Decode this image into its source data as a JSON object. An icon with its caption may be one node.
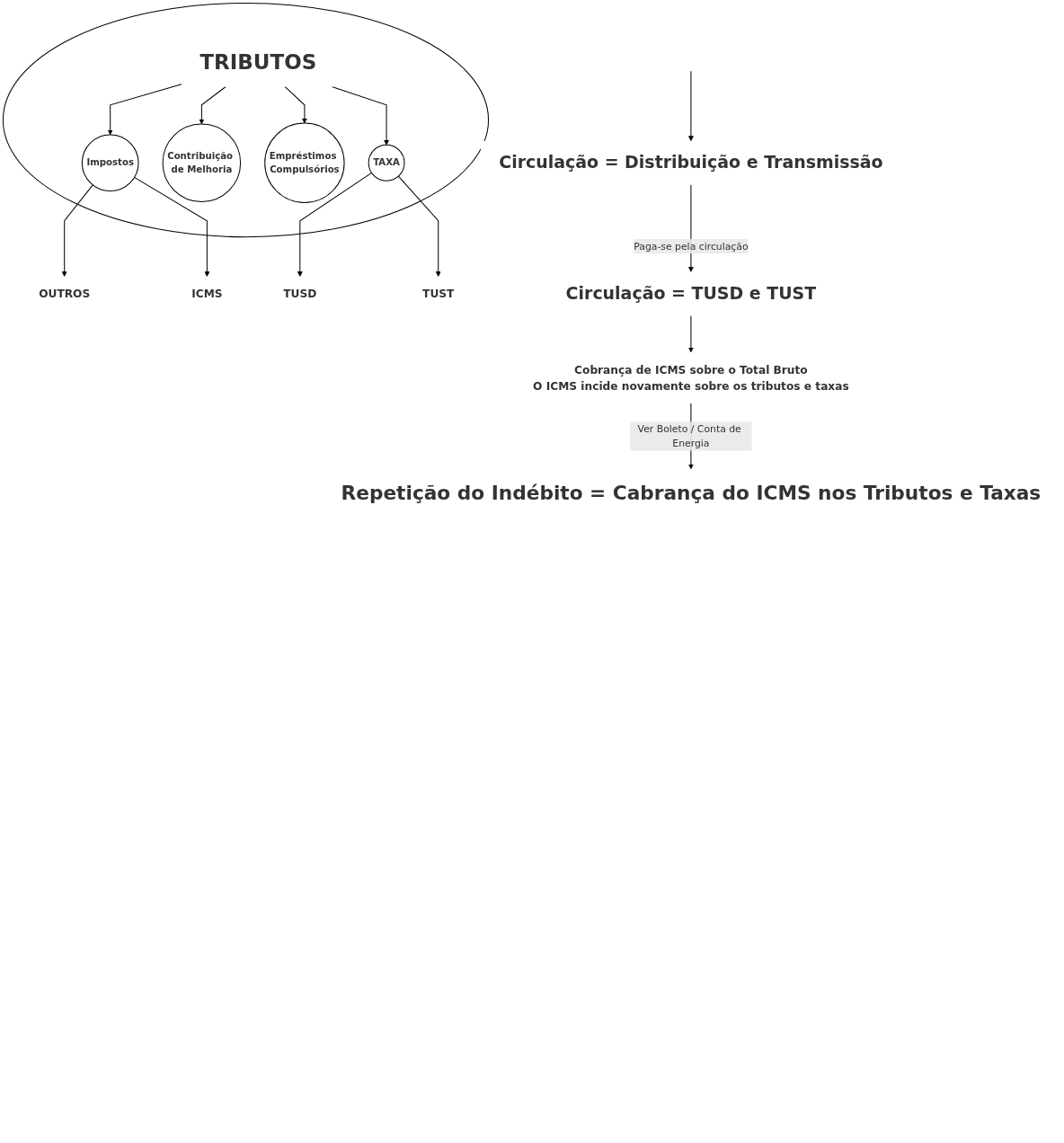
{
  "diagram": {
    "nodes": [
      {
        "text": [],
        "shape": "circle"
      },
      {
        "text": [
          "TRIBUTOS"
        ],
        "in": 0
      },
      {
        "text": [
          "Impostos"
        ],
        "in": 0
      },
      {
        "text": [
          "Contribuição de Melhoria"
        ],
        "in": 0
      },
      {
        "text": [
          "Empréstimos Compulsórios"
        ],
        "in": 0
      },
      {
        "text": [
          "TAXA"
        ],
        "in": 0
      },
      {
        "text": [
          "OUTROS"
        ]
      },
      {
        "text": [
          "ICMS"
        ]
      },
      {
        "text": [
          "TUSD"
        ]
      },
      {
        "text": [
          "TUST"
        ]
      },
      {
        "text": [
          "Circulação = Distribuição e Transmissão"
        ]
      },
      {
        "text": [
          "Circulação = TUSD e TUST"
        ]
      },
      {
        "text": [
          "Cobrança de ICMS sobre o Total Bruto",
          "O ICMS incide novamente sobre os tributos e taxas"
        ]
      },
      {
        "text": [
          "Repetição do Indébito = Cabrança do ICMS nos Tributos e Taxas"
        ]
      }
    ],
    "edges": [
      {
        "from": 1,
        "to": 2,
        "arrow": "to"
      },
      {
        "from": 1,
        "to": 3,
        "arrow": "to"
      },
      {
        "from": 1,
        "to": 4,
        "arrow": "to"
      },
      {
        "from": 1,
        "to": 5,
        "arrow": "to"
      },
      {
        "from": 2,
        "to": 6,
        "arrow": "to"
      },
      {
        "from": 2,
        "to": 7,
        "arrow": "to"
      },
      {
        "from": 5,
        "to": 8,
        "arrow": "to"
      },
      {
        "from": 5,
        "to": 9,
        "arrow": "to"
      },
      {
        "from": null,
        "to": 10,
        "arrow": "to"
      },
      {
        "from": 10,
        "to": 11,
        "arrow": "to",
        "label": "Paga-se pela circulação"
      },
      {
        "from": 11,
        "to": 12,
        "arrow": "to"
      },
      {
        "from": 12,
        "to": 13,
        "arrow": "to",
        "label": "Ver Boleto / Conta de Energia"
      }
    ]
  }
}
